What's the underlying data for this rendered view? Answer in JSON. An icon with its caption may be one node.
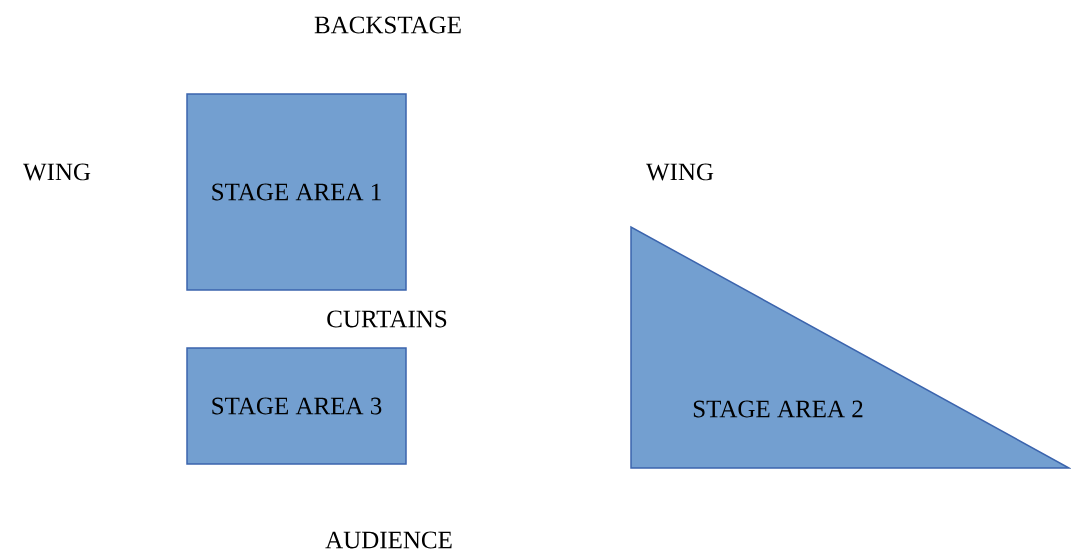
{
  "diagram": {
    "nodes": [
      {
        "text": [
          "STAGE AREA 1"
        ]
      },
      {
        "text": [
          "STAGE AREA 3"
        ]
      },
      {
        "text": [
          "STAGE AREA 2"
        ]
      }
    ],
    "labels": [
      "BACKSTAGE",
      "WING",
      "WING",
      "CURTAINS",
      "AUDIENCE"
    ]
  }
}
